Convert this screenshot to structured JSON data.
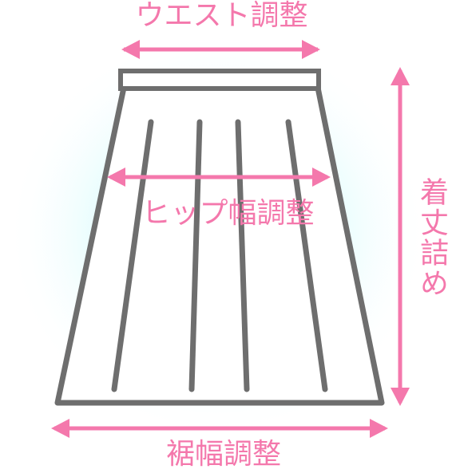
{
  "labels": {
    "waist_adjust": "ウエスト調整",
    "hip_width_adjust": "ヒップ幅調整",
    "length_shorten": "着丈詰め",
    "hem_width_adjust": "裾幅調整"
  },
  "colors": {
    "accent_pink": "#f478ac",
    "outline_gray": "#6e6e6e",
    "glow_cyan": "#d6fbfd"
  },
  "icons": {
    "garment": "pleated-skirt-icon",
    "arrows": "double-headed-arrow"
  }
}
